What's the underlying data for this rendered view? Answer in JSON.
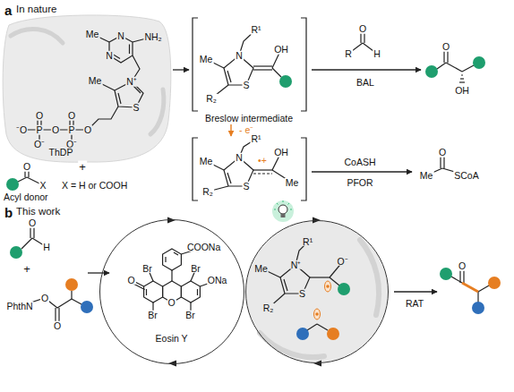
{
  "diagram": {
    "nodes": [
      {
        "text": [
          "COONa",
          "Br",
          "Br",
          "O",
          "ONa",
          "O",
          "Br",
          "Br",
          "Eosin Y"
        ]
      },
      {
        "text": [
          "Me",
          "N⁺",
          "R¹",
          "S",
          "R₂",
          "O⁻"
        ]
      }
    ],
    "labels": [
      "a",
      "In nature",
      "Me",
      "N",
      "NH₂",
      "N",
      "Me",
      "N⁺",
      "S",
      "O",
      "P",
      "O",
      "O⁻",
      "O",
      "P",
      "O",
      "O⁻",
      "⁻O",
      "ThDP",
      "+",
      "O",
      "X",
      "Acyl donor",
      "X = H or COOH",
      "Me",
      "N",
      "R¹",
      "S",
      "R₂",
      "OH",
      "Breslow intermediate",
      "O",
      "R",
      "H",
      "BAL",
      "O",
      "OH",
      "- e⁻",
      "Me",
      "N",
      "R¹",
      "•+",
      "S",
      "R₂",
      "OH",
      "Me",
      "CoASH",
      "PFOR",
      "Me",
      "O",
      "SCoA",
      "b",
      "This work",
      "O",
      "H",
      "+",
      "PhthN",
      "O",
      "O",
      "RAT",
      "O"
    ]
  }
}
